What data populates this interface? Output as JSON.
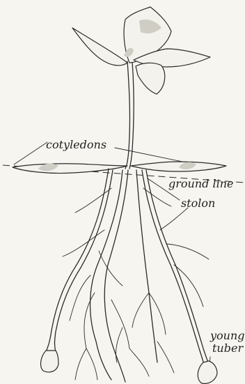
{
  "labels": {
    "cotyledons": "cotyledons",
    "ground_line": "ground line",
    "stolon": "stolon",
    "young_tuber_line1": "young",
    "young_tuber_line2": "tuber"
  }
}
